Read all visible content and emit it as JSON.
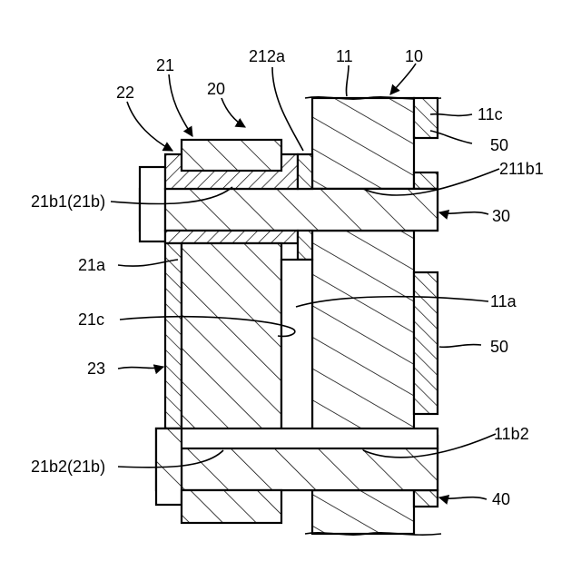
{
  "labels": {
    "l10": "10",
    "l11": "11",
    "l11c": "11c",
    "l50_top": "50",
    "l212a": "212a",
    "l21": "21",
    "l20": "20",
    "l22": "22",
    "l211b1": "211b1",
    "l21b1": "21b1(21b)",
    "l30": "30",
    "l21a": "21a",
    "l11a": "11a",
    "l21c": "21c",
    "l50_mid": "50",
    "l23": "23",
    "l11b2": "11b2",
    "l21b2": "21b2(21b)",
    "l40": "40"
  }
}
